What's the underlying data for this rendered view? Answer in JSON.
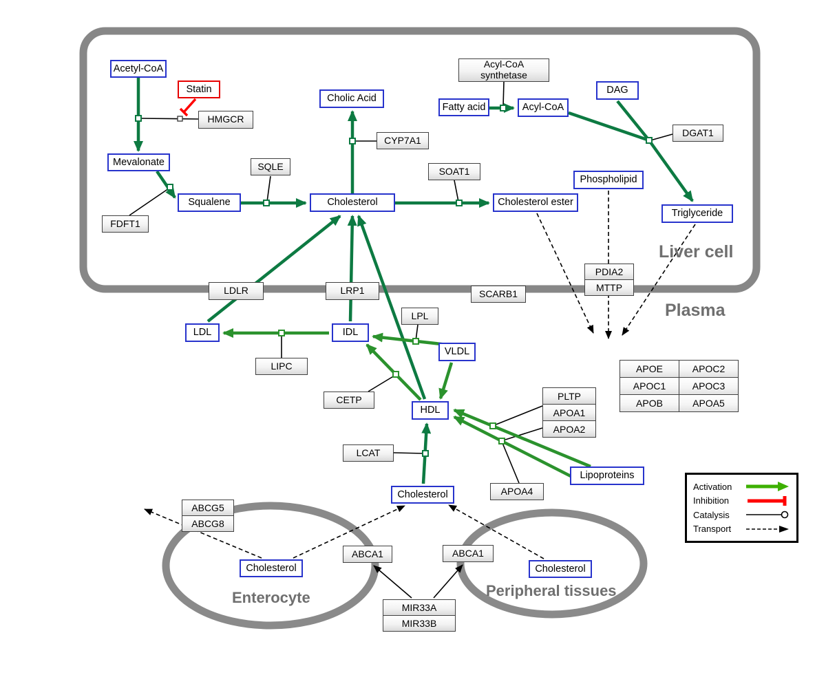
{
  "compartments": {
    "liver": {
      "label": "Liver cell"
    },
    "plasma": {
      "label": "Plasma"
    },
    "enterocyte": {
      "label": "Enterocyte"
    },
    "peripheral": {
      "label": "Peripheral tissues"
    }
  },
  "metabolites": {
    "acetyl_coa": "Acetyl-CoA",
    "mevalonate": "Mevalonate",
    "squalene": "Squalene",
    "cholic_acid": "Cholic Acid",
    "cholesterol_liver": "Cholesterol",
    "cholesterol_ester": "Cholesterol ester",
    "fatty_acid": "Fatty acid",
    "acyl_coa": "Acyl-CoA",
    "dag": "DAG",
    "phospholipid": "Phospholipid",
    "triglyceride": "Triglyceride",
    "ldl": "LDL",
    "idl": "IDL",
    "vldl": "VLDL",
    "hdl": "HDL",
    "lipoproteins": "Lipoproteins",
    "cholesterol_plasma": "Cholesterol",
    "cholesterol_enterocyte": "Cholesterol",
    "cholesterol_peripheral": "Cholesterol"
  },
  "drugs": {
    "statin": "Statin"
  },
  "genes": {
    "hmgcr": "HMGCR",
    "fdft1": "FDFT1",
    "sqle": "SQLE",
    "cyp7a1": "CYP7A1",
    "soat1": "SOAT1",
    "acyl_coa_synthetase_l1": "Acyl-CoA",
    "acyl_coa_synthetase_l2": "synthetase",
    "dgat1": "DGAT1",
    "pdia2": "PDIA2",
    "mttp": "MTTP",
    "ldlr": "LDLR",
    "lrp1": "LRP1",
    "scarb1": "SCARB1",
    "lipc": "LIPC",
    "lpl": "LPL",
    "cetp": "CETP",
    "lcat": "LCAT",
    "pltp": "PLTP",
    "apoa1": "APOA1",
    "apoa2": "APOA2",
    "apoa4": "APOA4",
    "abcg5": "ABCG5",
    "abcg8": "ABCG8",
    "abca1_enterocyte": "ABCA1",
    "abca1_peripheral": "ABCA1",
    "mir33a": "MIR33A",
    "mir33b": "MIR33B"
  },
  "apolipoprotein_table": {
    "rows": [
      [
        "APOE",
        "APOC2"
      ],
      [
        "APOC1",
        "APOC3"
      ],
      [
        "APOB",
        "APOA5"
      ]
    ]
  },
  "legend": {
    "activation": "Activation",
    "inhibition": "Inhibition",
    "catalysis": "Catalysis",
    "transport": "Transport"
  },
  "colors": {
    "metabolite_border": "#2733cc",
    "drug_border": "#e60000",
    "activation_liver": "#0d7a42",
    "activation_plasma": "#2b922d",
    "activation_legend": "#3db000",
    "inhibition": "#ff0000",
    "compartment_border": "#878787",
    "compartment_label": "#6f6f6f"
  }
}
